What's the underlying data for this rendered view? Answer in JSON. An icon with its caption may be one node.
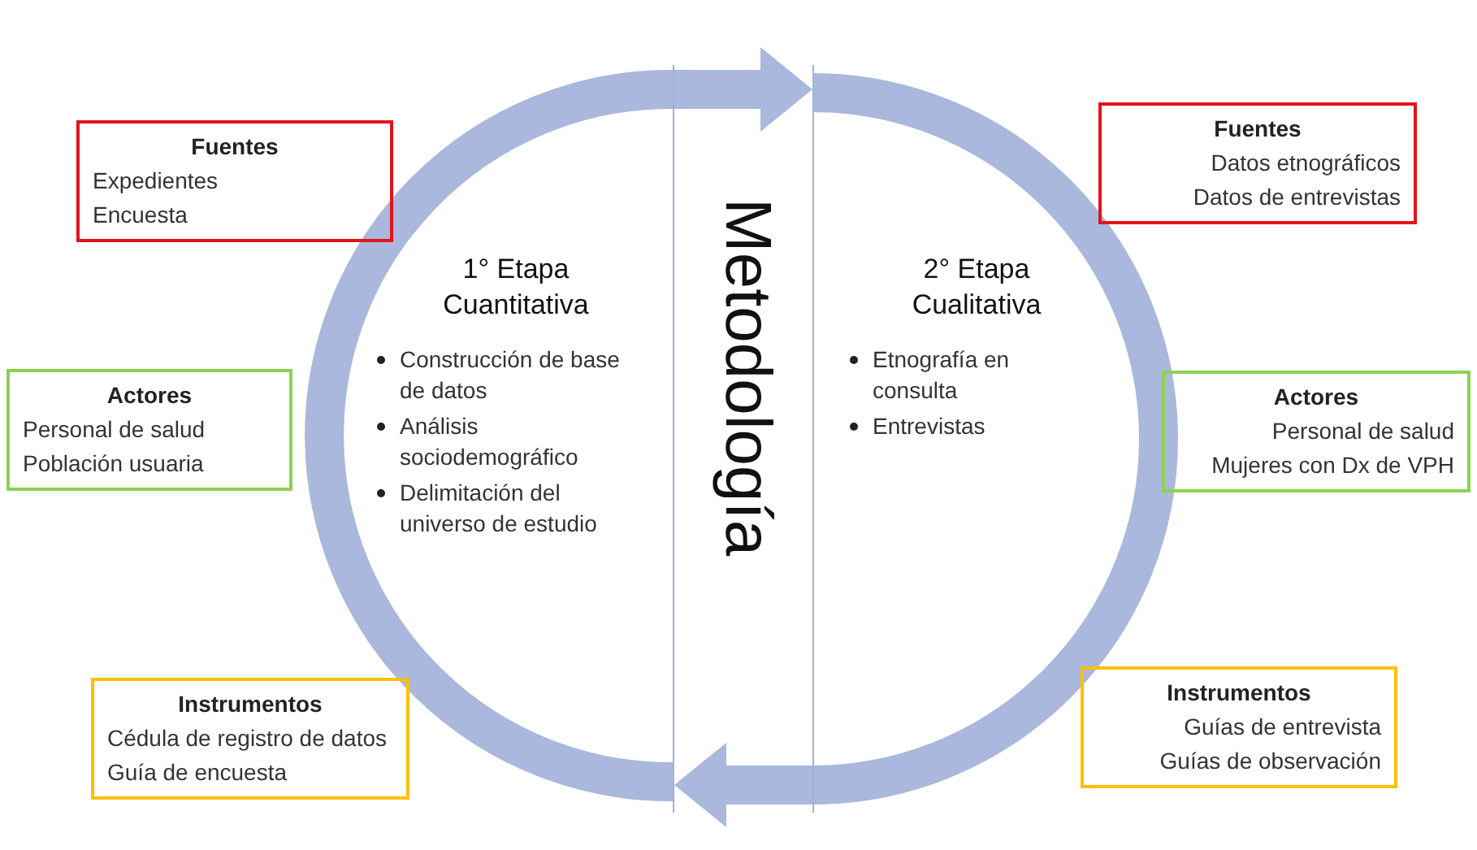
{
  "diagram": {
    "nodes": [
      {
        "text": [
          "1° Etapa Cuantitativa",
          "Construcción de base de datos",
          "Análisis sociodemográfico",
          "Delimitación del universo de estudio"
        ]
      },
      {
        "text": [
          "Fuentes",
          "Expedientes",
          "Encuesta"
        ]
      },
      {
        "text": [
          "Actores",
          "Personal de salud",
          "Población usuaria"
        ]
      },
      {
        "text": [
          "Instrumentos",
          "Cédula de registro de datos",
          "Guía de encuesta"
        ]
      },
      {
        "text": [
          "2° Etapa Cualitativa",
          "Etnografía en consulta",
          "Entrevistas"
        ]
      },
      {
        "text": [
          "Fuentes",
          "Datos etnográficos",
          "Datos de entrevistas"
        ]
      },
      {
        "text": [
          "Actores",
          "Personal de salud",
          "Mujeres con Dx de VPH"
        ]
      },
      {
        "text": [
          "Instrumentos",
          "Guías de entrevista",
          "Guías de observación"
        ]
      }
    ],
    "edges": [
      {
        "from": 0,
        "to": 4,
        "arrow": "to"
      },
      {
        "from": 4,
        "to": 0,
        "arrow": "to"
      }
    ],
    "labels": [
      "Metodología"
    ]
  }
}
